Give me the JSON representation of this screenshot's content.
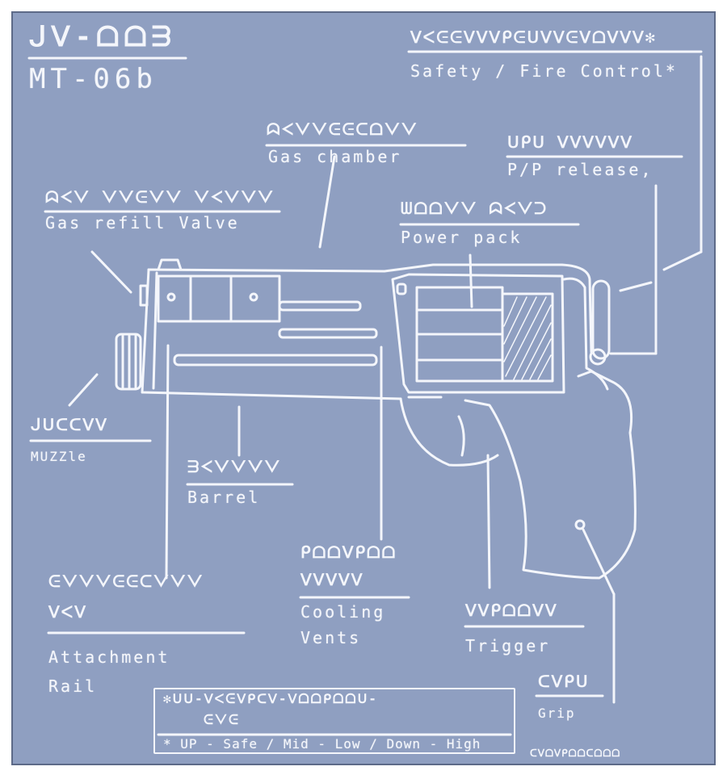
{
  "header": {
    "aurebesh_code": "ᒍᐯ-ᗝᗝᗱ",
    "model": "MT-06b"
  },
  "labels": {
    "safety": {
      "aurebesh": "ᐯᐸᕮᕮᐯᐯᐯᑭᕮᑌᐯᐯᕮᐯᗝᐯᐯᐯ✻",
      "text": "Safety / Fire Control*"
    },
    "gas_chamber": {
      "aurebesh": "ᗣᐸᐯᐯᕮᕮᑕᗝᐯᐯ",
      "text": "Gas chamber"
    },
    "pp_release": {
      "aurebesh": "ᑌᑭᑌ ᐯᐯᐯᐯᐯᐯ",
      "text": "P/P release,"
    },
    "gas_refill": {
      "aurebesh": "ᗣᐸᐯ ᐯᐯᕮᐯᐯ ᐯᐸᐯᐯᐯ",
      "text": "Gas refill Valve"
    },
    "power_pack": {
      "aurebesh": "ᗯᗝᗝᐯᐯ ᗣᐸᐯᑐ",
      "text": "Power pack"
    },
    "muzzle": {
      "aurebesh": "ᒍᑌᑕᑕᐯᐯ",
      "text": "MUZZle"
    },
    "barrel": {
      "aurebesh": "ᗱᐸᐯᐯᐯᐯ",
      "text": "Barrel"
    },
    "cooling_vents": {
      "aurebesh_1": "ᑭᗝᗝᐯᑭᗝᗝ",
      "aurebesh_2": "ᐯᐯᐯᐯᐯ",
      "text_1": "Cooling",
      "text_2": "Vents"
    },
    "attachment_rail": {
      "aurebesh_1": "ᕮᐯᐯᐯᕮᕮᑕᐯᐯᐯ",
      "aurebesh_2": "ᐯᐸᐯ",
      "text_1": "Attachment",
      "text_2": "Rail"
    },
    "trigger": {
      "aurebesh": "ᐯᐯᑭᗝᗝᐯᐯ",
      "text": "Trigger"
    },
    "grip": {
      "aurebesh": "ᑕᐯᑭᑌ",
      "text": "Grip"
    }
  },
  "note": {
    "aurebesh_1": "✻ᑌᑌ-ᐯᐸᕮᐯᑭᑕᐯ-ᐯᗝᗝᑭᗝᗝᑌ-",
    "aurebesh_2": "ᕮᐯᕮ",
    "text": "* UP - Safe / Mid - Low / Down - High"
  },
  "signature": "ᑕᐯᗝᐯᑭᗝᗝᑕᗝᗝᗝ",
  "colors": {
    "paper": "#8f9fc1",
    "ink": "#f4f6fb"
  }
}
